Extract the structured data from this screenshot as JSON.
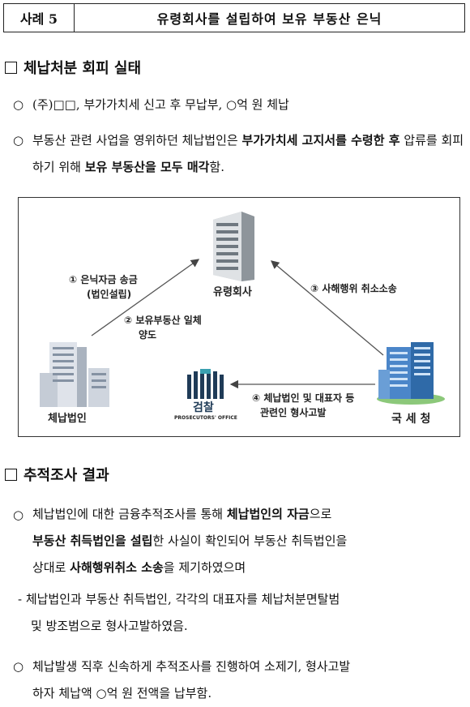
{
  "header": {
    "case": "사례 5",
    "title": "유령회사를 설립하여 보유 부동산 은닉"
  },
  "section1": {
    "title": "체납처분 회피 실태",
    "items": [
      {
        "text": "(주)□□, 부가가치세 신고 후 무납부, ○억 원 체납"
      },
      {
        "p1": "부동산 관련 사업을 영위하던 체납법인은 ",
        "b1": "부가가치세 고지서를 수령한 후",
        "p2": " 압류를 회피하기 위해 ",
        "b2": "보유 부동산을 모두 매각",
        "p3": "함."
      }
    ]
  },
  "diagram": {
    "ghost_company": "유령회사",
    "delinquent_corp": "체납법인",
    "nts": "국 세 청",
    "prosecution_name": "검찰",
    "prosecution_sub": "PROSECUTORS' OFFICE",
    "step1": "① 은닉자금 송금",
    "step1b": "(법인설립)",
    "step2": "② 보유부동산 일체",
    "step2b": "양도",
    "step3": "③ 사해행위 취소소송",
    "step4": "④ 체납법인 및 대표자 등",
    "step4b": "관련인 형사고발"
  },
  "section2": {
    "title": "추적조사 결과",
    "item1": {
      "p1": "체납법인에 대한 금융추적조사를 통해 ",
      "b1": "체납법인의 자금",
      "p2": "으로",
      "b2": "부동산 취득법인을 설립",
      "p3": "한 사실이 확인되어 부동산 취득법인을",
      "p4": "상대로 ",
      "b3": "사해행위취소 소송",
      "p5": "을 제기하였으며"
    },
    "sub": {
      "line1": "- 체납법인과 부동산 취득법인, 각각의 대표자를 체납처분면탈범",
      "line2": "및 방조범으로 형사고발하였음."
    },
    "item2": {
      "line1": "체납발생 직후 신속하게 추적조사를 진행하여 소제기, 형사고발",
      "line2": "하자 체납액 ○억 원 전액을 납부함."
    }
  }
}
